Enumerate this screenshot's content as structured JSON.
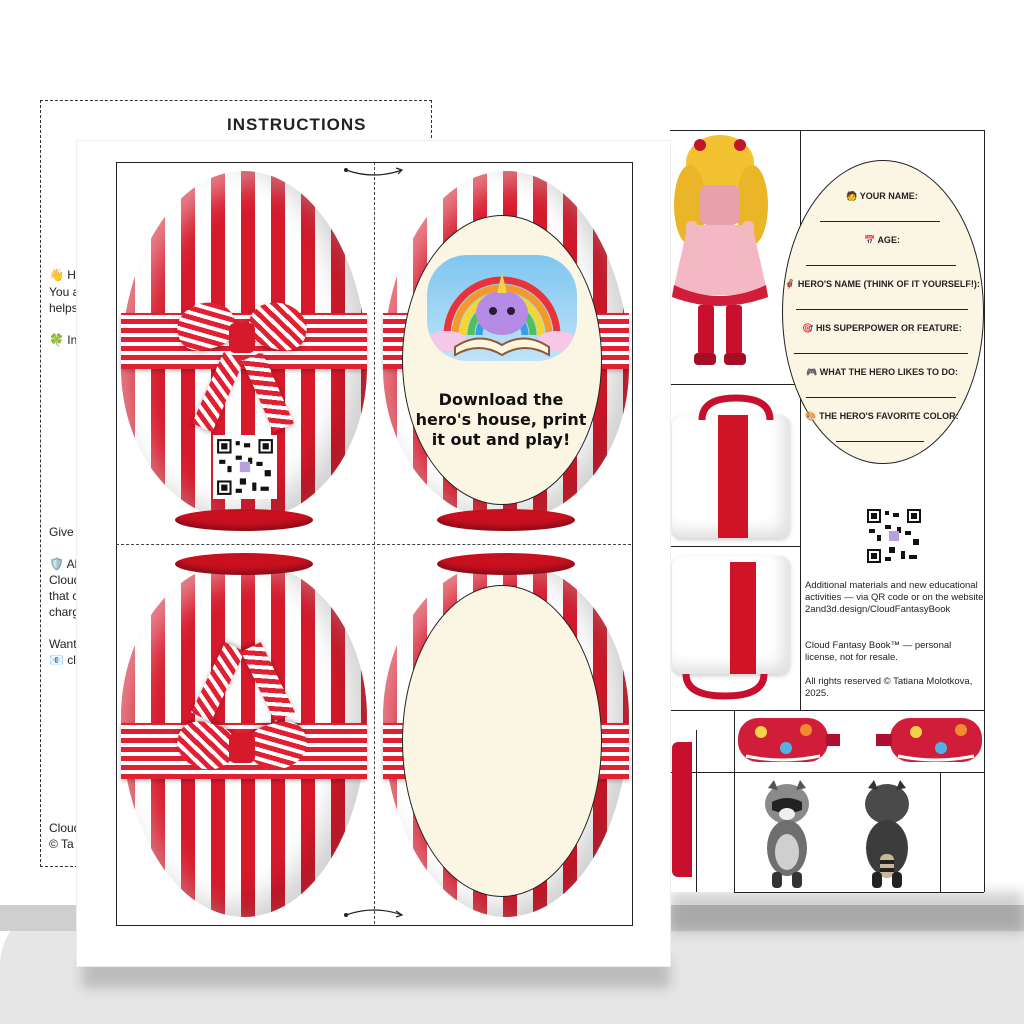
{
  "back_sheet": {
    "title": "INSTRUCTIONS",
    "fragments": [
      "👋 He",
      "You a",
      "helps",
      "🍀 In",
      "Give",
      "🛡️ Ab",
      "Cloud",
      "that c",
      "charg",
      "Want",
      "📧 cl",
      "Cloud",
      "© Ta"
    ]
  },
  "front_sheet": {
    "download_text": "Download the hero's house, print it out and play!"
  },
  "form": {
    "fields": [
      {
        "icon": "🧑",
        "label": "YOUR NAME:"
      },
      {
        "icon": "📅",
        "label": "AGE:"
      },
      {
        "icon": "🦸",
        "label": "HERO'S NAME (THINK OF IT YOURSELF!):"
      },
      {
        "icon": "🎯",
        "label": "HIS SUPERPOWER OR FEATURE:"
      },
      {
        "icon": "🎮",
        "label": "WHAT THE HERO LIKES TO DO:"
      },
      {
        "icon": "🎨",
        "label": "THE HERO'S FAVORITE COLOR:"
      }
    ]
  },
  "info": {
    "materials": "Additional materials and new educational activities — via QR code or on the website 2and3d.design/CloudFantasyBook",
    "license": "Cloud Fantasy Book™ — personal license, not for resale.",
    "rights": "All rights reserved © Tatiana Molotkova, 2025."
  },
  "colors": {
    "stripe_red": "#d6192b",
    "cream": "#fbf6e3",
    "floor": "#e6e6e6"
  }
}
